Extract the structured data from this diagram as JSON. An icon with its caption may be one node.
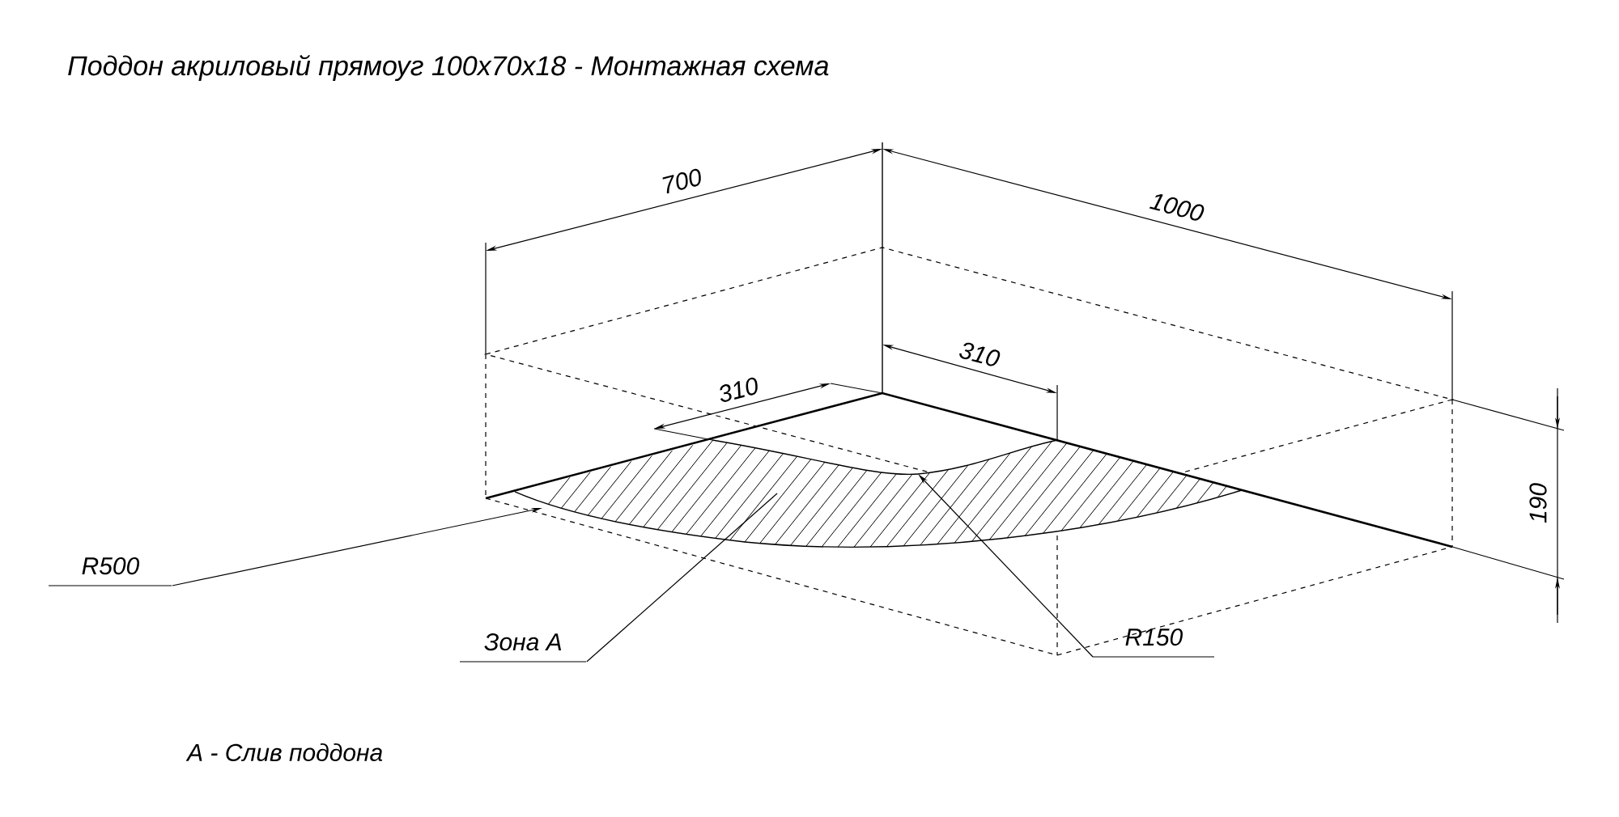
{
  "diagram": {
    "title": "Поддон акриловый прямоуг 100x70x18 - Монтажная схема",
    "nodes": [
      {
        "text": [
          "R500"
        ]
      },
      {
        "text": [
          "Зона А"
        ]
      },
      {
        "text": [
          "R150"
        ]
      }
    ],
    "edges": [
      {
        "from": 0,
        "to": null,
        "arrow": "to"
      },
      {
        "from": 1,
        "to": null,
        "arrow": "none"
      },
      {
        "from": 2,
        "to": null,
        "arrow": "to"
      }
    ],
    "labels": [
      "700",
      "1000",
      "310",
      "310",
      "190",
      "А - Слив поддона"
    ]
  }
}
